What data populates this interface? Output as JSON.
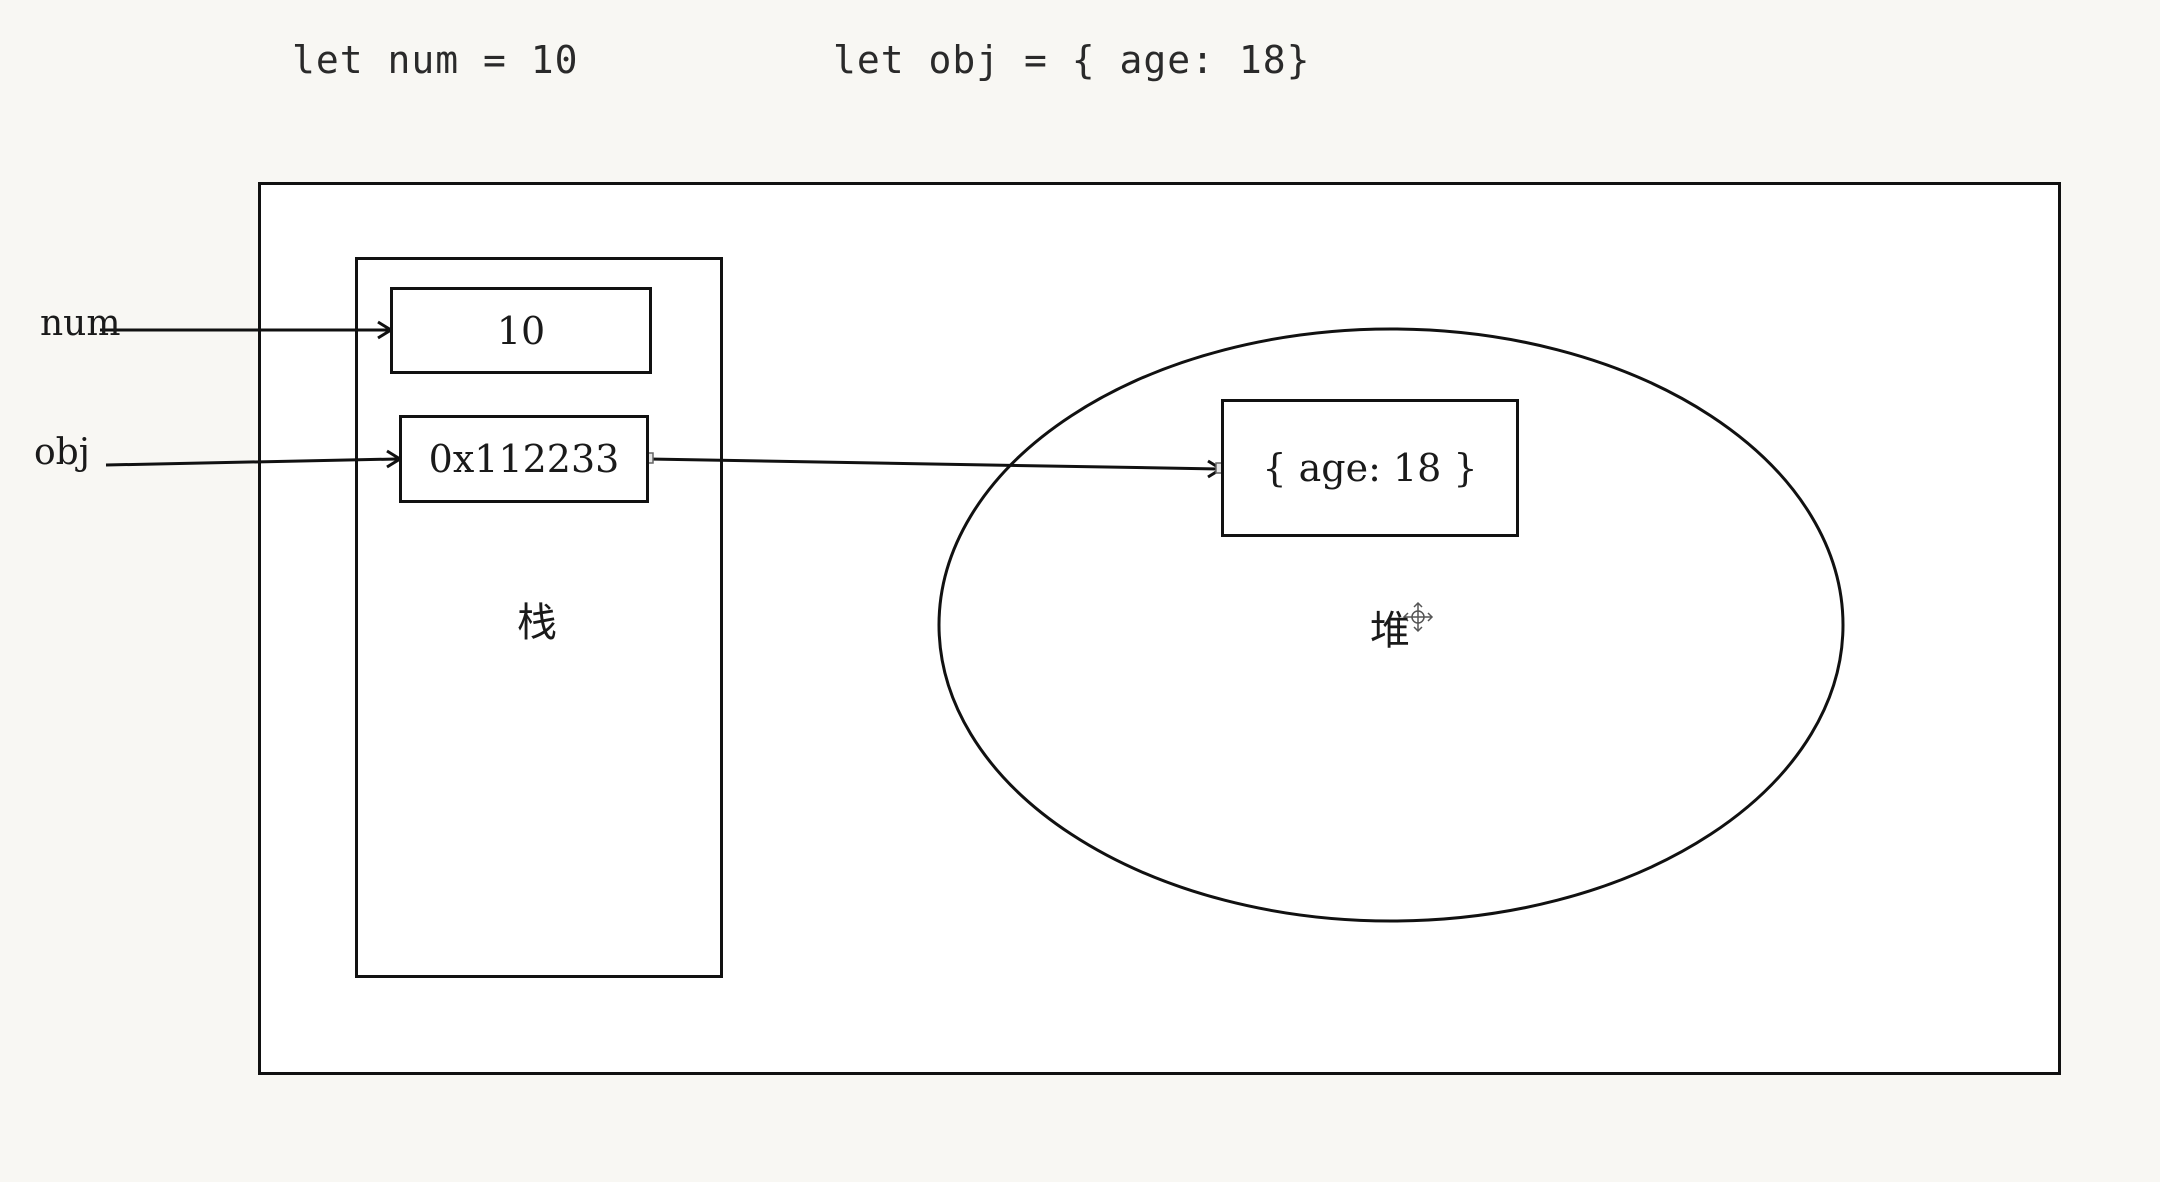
{
  "code": {
    "line_num": "let num = 10",
    "line_obj": "let obj = { age: 18}"
  },
  "variables": {
    "num_label": "num",
    "obj_label": "obj"
  },
  "stack": {
    "label": "栈",
    "cells": {
      "num_value": "10",
      "obj_address": "0x112233"
    }
  },
  "heap": {
    "label": "堆",
    "object_value": "{ age: 18 }"
  },
  "colors": {
    "line": "#111111",
    "background": "#f8f7f3",
    "box_fill": "#ffffff"
  }
}
